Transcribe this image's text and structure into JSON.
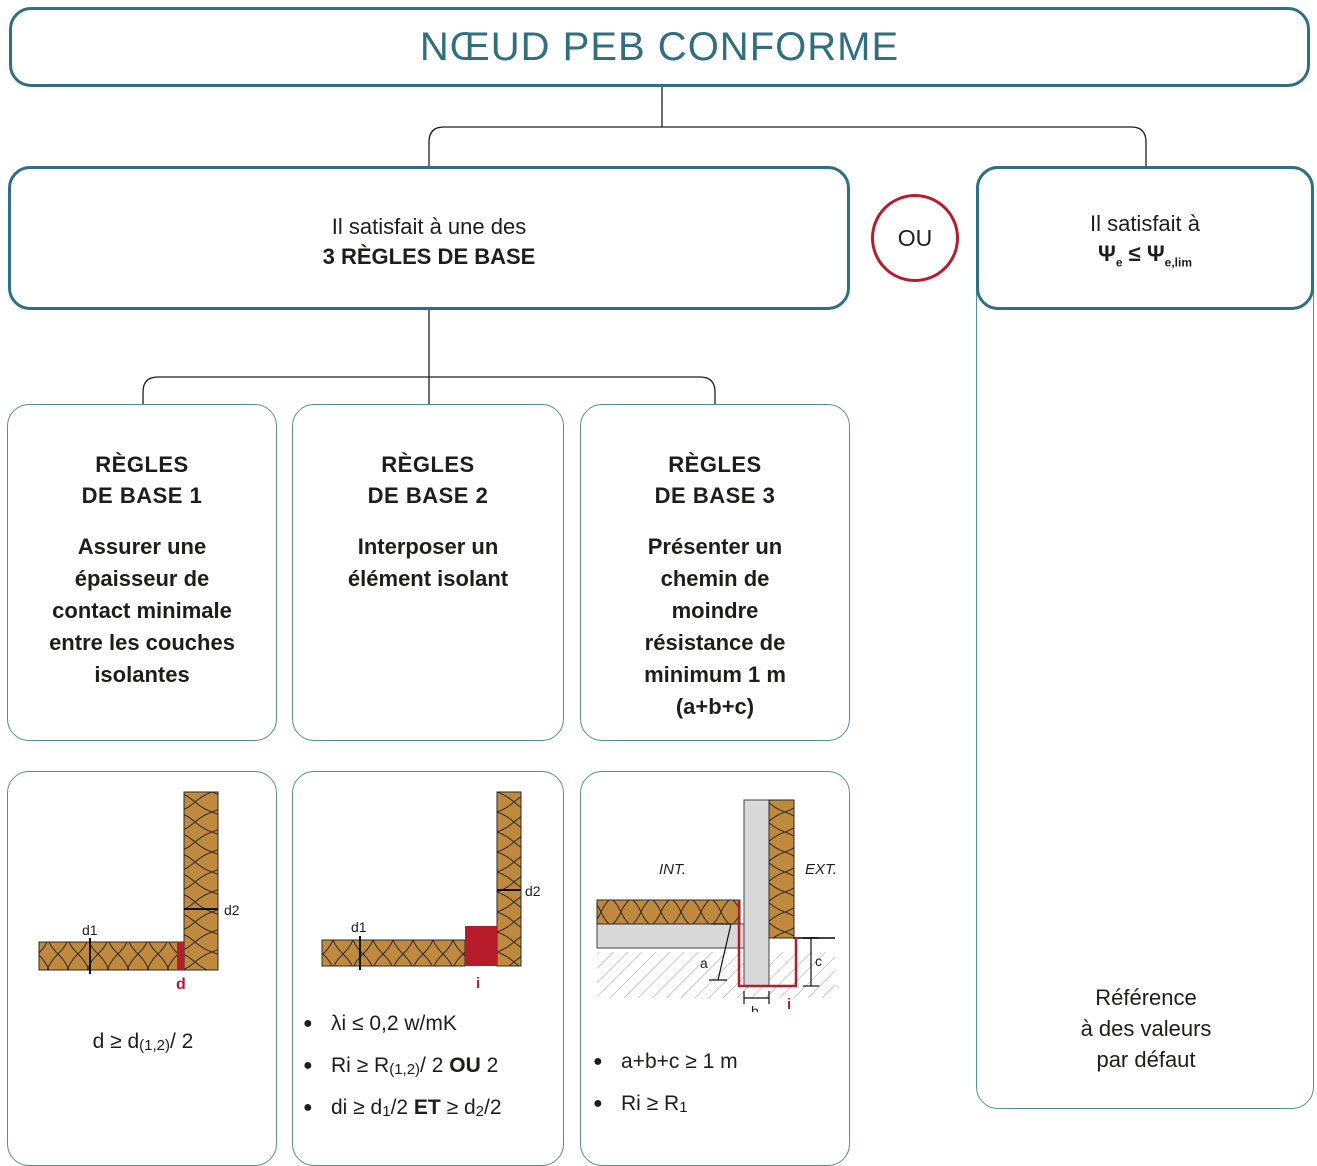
{
  "title": "NŒUD PEB CONFORME",
  "colors": {
    "frame": "#2f6f80",
    "accent": "#b71c2b",
    "insulation": "#c08a3e",
    "concrete": "#d9d9d9"
  },
  "main_left": {
    "line1": "Il satisfait à une des",
    "line2": "3 RÈGLES DE BASE"
  },
  "or_label": "OU",
  "main_right": {
    "line1": "Il satisfait à",
    "psi": "Ψ",
    "psi_sub1": "e",
    "leq": "≤",
    "psi_sub2": "e,lim"
  },
  "rules": [
    {
      "head1": "RÈGLES",
      "head2": "DE BASE 1",
      "desc": [
        "Assurer une",
        "épaisseur de",
        "contact minimale",
        "entre les couches",
        "isolantes"
      ]
    },
    {
      "head1": "RÈGLES",
      "head2": "DE BASE 2",
      "desc": [
        "Interposer un",
        "élément isolant"
      ]
    },
    {
      "head1": "RÈGLES",
      "head2": "DE BASE 3",
      "desc": [
        "Présenter un",
        "chemin de",
        "moindre",
        "résistance de",
        "minimum 1 m",
        "(a+b+c)"
      ]
    }
  ],
  "diagram1": {
    "d1": "d1",
    "d2": "d2",
    "d": "d",
    "formula_a": "d ≥ d",
    "formula_sub": "(1,2)",
    "formula_b": "/ 2"
  },
  "diagram2": {
    "d1": "d1",
    "d2": "d2",
    "i": "i",
    "items": [
      {
        "a": "λi ≤ 0,2 w/mK"
      },
      {
        "a": "Ri ≥ R",
        "sub": "(1,2)",
        "b": "/ 2 ",
        "bold": "OU",
        "c": " 2"
      },
      {
        "a": "di ≥ d",
        "sub": "1",
        "b": "/2 ",
        "bold": "ET",
        "c": " ≥ d",
        "sub2": "2",
        "d": "/2"
      }
    ]
  },
  "diagram3": {
    "int": "INT.",
    "ext": "EXT.",
    "a": "a",
    "b": "b",
    "c": "c",
    "i": "i",
    "items": [
      {
        "a": "a+b+c ≥ 1 m"
      },
      {
        "a": "Ri ≥ R",
        "sub": "1"
      }
    ]
  },
  "reference": [
    "Référence",
    "à des valeurs",
    "par défaut"
  ]
}
